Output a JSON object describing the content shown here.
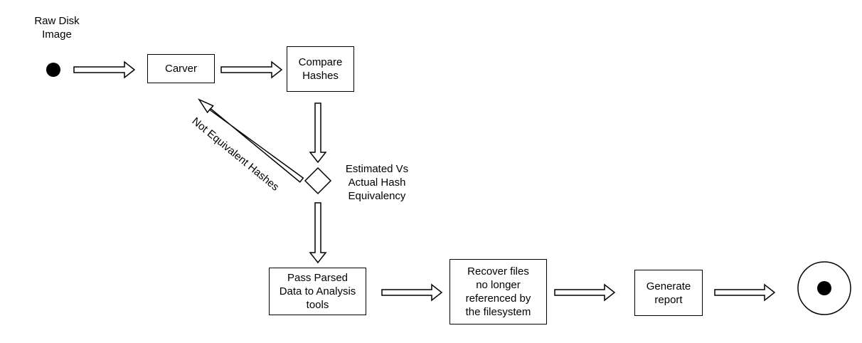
{
  "diagram": {
    "start_label": "Raw Disk\nImage",
    "nodes": {
      "carver": "Carver",
      "compare": "Compare\nHashes",
      "pass": "Pass Parsed\nData to Analysis\ntools",
      "recover": "Recover files\nno longer\nreferenced by\nthe filesystem",
      "report": "Generate\nreport"
    },
    "decision_label": "Estimated Vs\nActual Hash\nEquivalency",
    "loop_label": "Not Equivalent Hashes"
  }
}
